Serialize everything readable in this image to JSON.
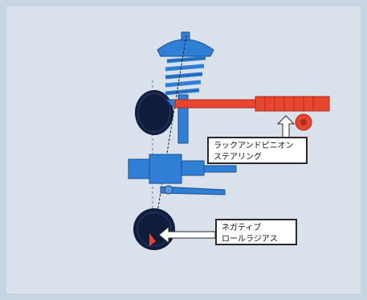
{
  "callouts": {
    "steering": {
      "line1": "ラックアンドピニオン",
      "line2": "ステアリング"
    },
    "roll": {
      "line1": "ネガティブ",
      "line2": "ロールラジアス"
    }
  },
  "colors": {
    "background": "#c7d4e2",
    "panel": "#d9e1ea",
    "suspension_blue": "#2f7fd6",
    "rack_red": "#e8452e",
    "tire": "#101c3c",
    "callout_fill": "#ffffff",
    "arrow": "#ffffff"
  },
  "icons": {
    "strut": "coil-spring-strut-icon",
    "steering_rack": "steering-rack-icon",
    "pinion": "pinion-gear-icon",
    "tire": "tire-icon"
  }
}
